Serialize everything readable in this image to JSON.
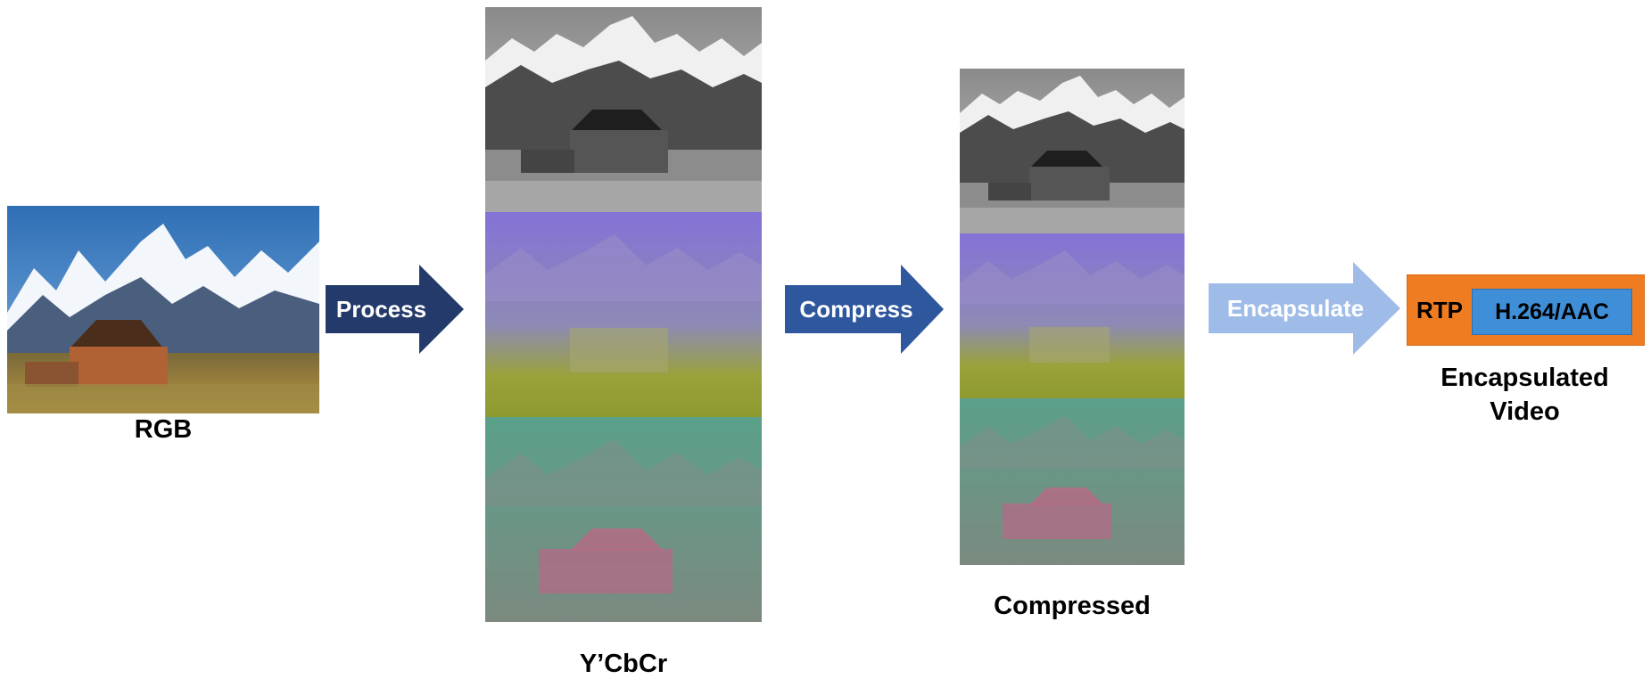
{
  "stages": {
    "rgb_label": "RGB",
    "ycbcr_label": "Y’CbCr",
    "compressed_label": "Compressed",
    "encapsulated_label_line1": "Encapsulated",
    "encapsulated_label_line2": "Video"
  },
  "arrows": {
    "process": "Process",
    "compress": "Compress",
    "encapsulate": "Encapsulate"
  },
  "packet": {
    "rtp": "RTP",
    "payload": "H.264/AAC"
  },
  "colors": {
    "process_arrow": "#233a6b",
    "compress_arrow": "#2e579d",
    "encapsulate_arrow": "#9fbce8",
    "packet_outer": "#f07c22",
    "packet_inner": "#3f8fd8",
    "cb_plane": "#8a7fd2",
    "cr_plane": "#5f9a88"
  }
}
